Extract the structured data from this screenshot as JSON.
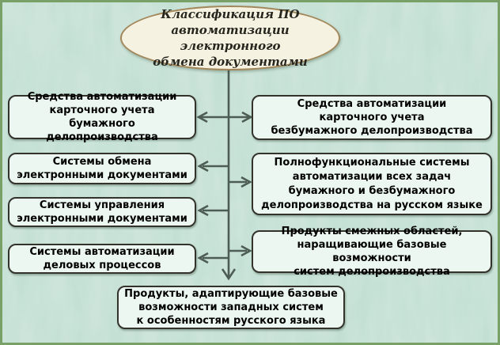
{
  "diagram": {
    "root": {
      "text": "Классификация ПО\nавтоматизации электронного\nобмена документами"
    },
    "left_column": [
      {
        "text": "Средства автоматизации\nкарточного учета\nбумажного делопроизводства"
      },
      {
        "text": "Системы обмена\nэлектронными документами"
      },
      {
        "text": "Системы управления\nэлектронными документами"
      },
      {
        "text": "Системы автоматизации\nделовых процессов"
      }
    ],
    "right_column": [
      {
        "text": "Средства автоматизации\nкарточного учета\nбезбумажного делопроизводства"
      },
      {
        "text": "Полнофункциональные системы\nавтоматизации всех задач\nбумажного и безбумажного\nделопроизводства на русском языке"
      },
      {
        "text": "Продукты смежных областей,\nнаращивающие базовые возможности\nсистем делопроизводства"
      }
    ],
    "bottom": {
      "text": "Продукты, адаптирующие базовые\nвозможности западных систем\nк особенностям русского языка"
    },
    "colors": {
      "background": "#b9dccd",
      "frame_border": "#79a066",
      "box_fill": "#ecf7f1",
      "box_border": "#33332c",
      "ellipse_fill": "#f6f2e2",
      "ellipse_border": "#a2875a",
      "arrow": "#4d5d53",
      "text": "#000000"
    }
  }
}
